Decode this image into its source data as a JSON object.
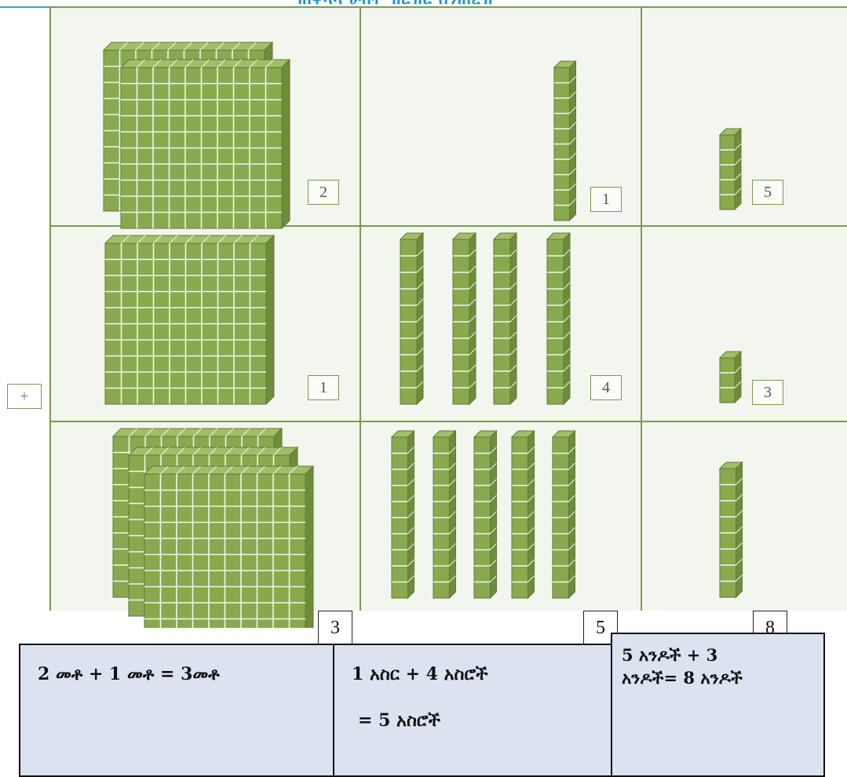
{
  "header": {
    "title": "ጠቅላላ ሀብት ዝርዝር ሰንጠረዥ"
  },
  "rows": [
    {
      "hundreds": {
        "count": 2,
        "label": "2"
      },
      "tens": {
        "count": 1,
        "label": "1"
      },
      "ones": {
        "count": 5,
        "label": "5"
      }
    },
    {
      "hundreds": {
        "count": 1,
        "label": "1"
      },
      "tens": {
        "count": 4,
        "label": "4"
      },
      "ones": {
        "count": 3,
        "label": "3"
      }
    },
    {
      "hundreds": {
        "count": 3
      },
      "tens": {
        "count": 5
      },
      "ones": {
        "count": 8
      }
    }
  ],
  "operator": "+",
  "results": {
    "hundreds": "3",
    "tens": "5",
    "ones": "8"
  },
  "equations": {
    "hundreds": "2 መቶ + 1 መቶ = 3መቶ",
    "tens_line1": "1 አስር + 4 አስሮች",
    "tens_line2": "= 5 አስሮች",
    "ones_line1": "5 አንዶች + 3",
    "ones_line2": "አንዶች= 8 አንዶች"
  },
  "colors": {
    "block_fill": "#8aa84e",
    "block_line": "#f2f5ea",
    "block_edge": "#5e7a30",
    "grid": "#7a9a52",
    "equation_bg": "#dbe3f0",
    "title": "#1a8fd6"
  }
}
